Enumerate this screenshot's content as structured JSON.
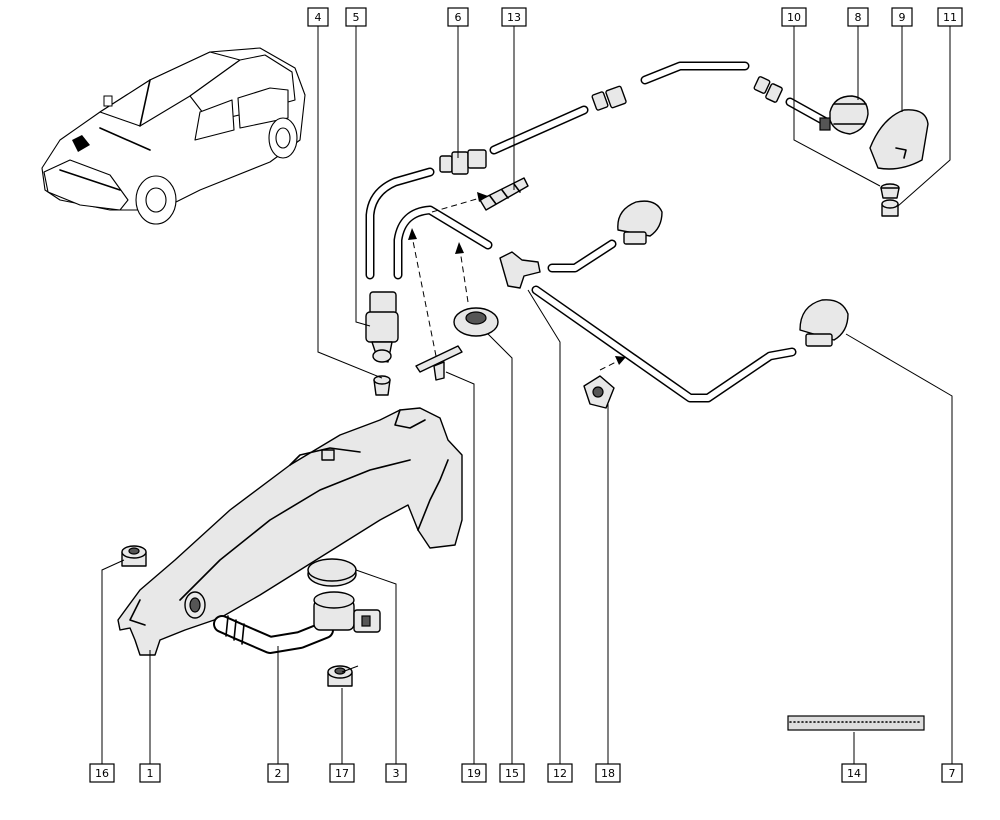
{
  "callouts": {
    "c4": "4",
    "c5": "5",
    "c6": "6",
    "c13": "13",
    "c10": "10",
    "c8": "8",
    "c9": "9",
    "c11": "11",
    "c16": "16",
    "c1": "1",
    "c2": "2",
    "c17": "17",
    "c3": "3",
    "c19": "19",
    "c15": "15",
    "c12": "12",
    "c18": "18",
    "c14": "14",
    "c7": "7"
  }
}
